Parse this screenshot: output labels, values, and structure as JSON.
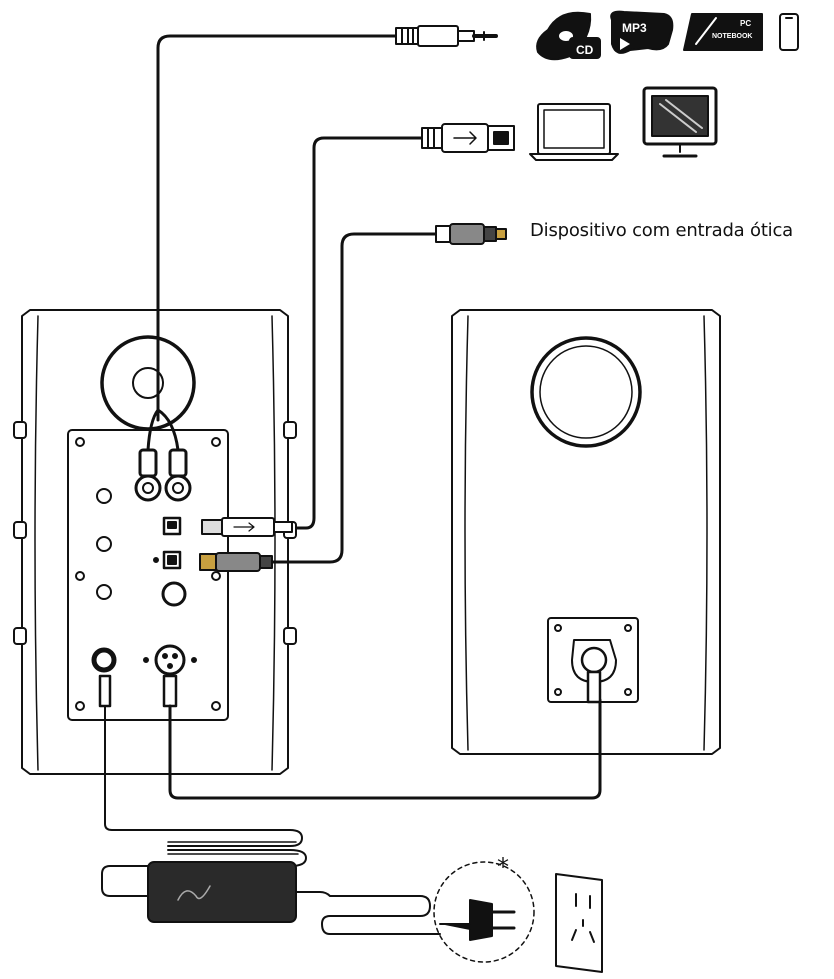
{
  "labels": {
    "optical_device": "Dispositivo com entrada ótica",
    "asterisk": "*"
  },
  "source_devices": {
    "cd": "CD",
    "mp3": "MP3",
    "pc": "PC",
    "notebook": "NOTEBOOK"
  },
  "icons": [
    "cd-icon",
    "mp3-icon",
    "pc-notebook-icon",
    "phone-icon",
    "laptop-icon",
    "monitor-icon",
    "aux-plug-icon",
    "usb-plug-icon",
    "optical-plug-icon",
    "power-adapter-icon",
    "power-plug-icon",
    "wall-outlet-icon"
  ],
  "colors": {
    "line": "#111111",
    "fill": "#ffffff",
    "dark": "#1a1a1a",
    "grey": "#9a9a9a"
  }
}
